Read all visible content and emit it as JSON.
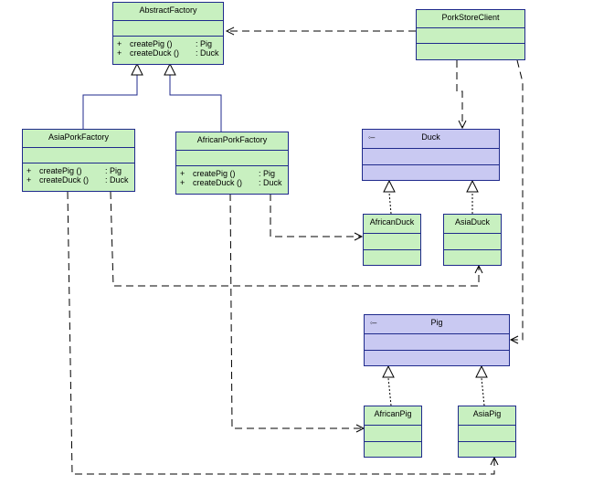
{
  "diagram": {
    "classes": {
      "abstract_factory": {
        "name": "AbstractFactory",
        "operations": [
          {
            "visibility": "+",
            "name": "createPig ()",
            "type": ": Pig"
          },
          {
            "visibility": "+",
            "name": "createDuck ()",
            "type": ": Duck"
          }
        ]
      },
      "asia_pork_factory": {
        "name": "AsiaPorkFactory",
        "operations": [
          {
            "visibility": "+",
            "name": "createPig ()",
            "type": ": Pig"
          },
          {
            "visibility": "+",
            "name": "createDuck ()",
            "type": ": Duck"
          }
        ]
      },
      "african_pork_factory": {
        "name": "AfricanPorkFactory",
        "operations": [
          {
            "visibility": "+",
            "name": "createPig ()",
            "type": ": Pig"
          },
          {
            "visibility": "+",
            "name": "createDuck ()",
            "type": ": Duck"
          }
        ]
      },
      "pork_store_client": {
        "name": "PorkStoreClient"
      },
      "duck": {
        "name": "Duck",
        "stereotype_icon": "interface-lollipop-icon"
      },
      "african_duck": {
        "name": "AfricanDuck"
      },
      "asia_duck": {
        "name": "AsiaDuck"
      },
      "pig": {
        "name": "Pig",
        "stereotype_icon": "interface-lollipop-icon"
      },
      "african_pig": {
        "name": "AfricanPig"
      },
      "asia_pig": {
        "name": "AsiaPig"
      }
    },
    "relations": [
      {
        "type": "generalization",
        "from": "asia_pork_factory",
        "to": "abstract_factory"
      },
      {
        "type": "generalization",
        "from": "african_pork_factory",
        "to": "abstract_factory"
      },
      {
        "type": "realization",
        "from": "african_duck",
        "to": "duck"
      },
      {
        "type": "realization",
        "from": "asia_duck",
        "to": "duck"
      },
      {
        "type": "realization",
        "from": "african_pig",
        "to": "pig"
      },
      {
        "type": "realization",
        "from": "asia_pig",
        "to": "pig"
      },
      {
        "type": "dependency",
        "from": "pork_store_client",
        "to": "abstract_factory"
      },
      {
        "type": "dependency",
        "from": "pork_store_client",
        "to": "duck"
      },
      {
        "type": "dependency",
        "from": "pork_store_client",
        "to": "pig"
      },
      {
        "type": "dependency",
        "from": "african_pork_factory",
        "to": "african_duck"
      },
      {
        "type": "dependency",
        "from": "african_pork_factory",
        "to": "african_pig"
      },
      {
        "type": "dependency",
        "from": "asia_pork_factory",
        "to": "asia_duck"
      },
      {
        "type": "dependency",
        "from": "asia_pork_factory",
        "to": "asia_pig"
      }
    ],
    "colors": {
      "concrete_fill": "#c8f0c0",
      "interface_fill": "#c9c9f2",
      "border": "#1f2a8c",
      "line": "#000000"
    }
  }
}
